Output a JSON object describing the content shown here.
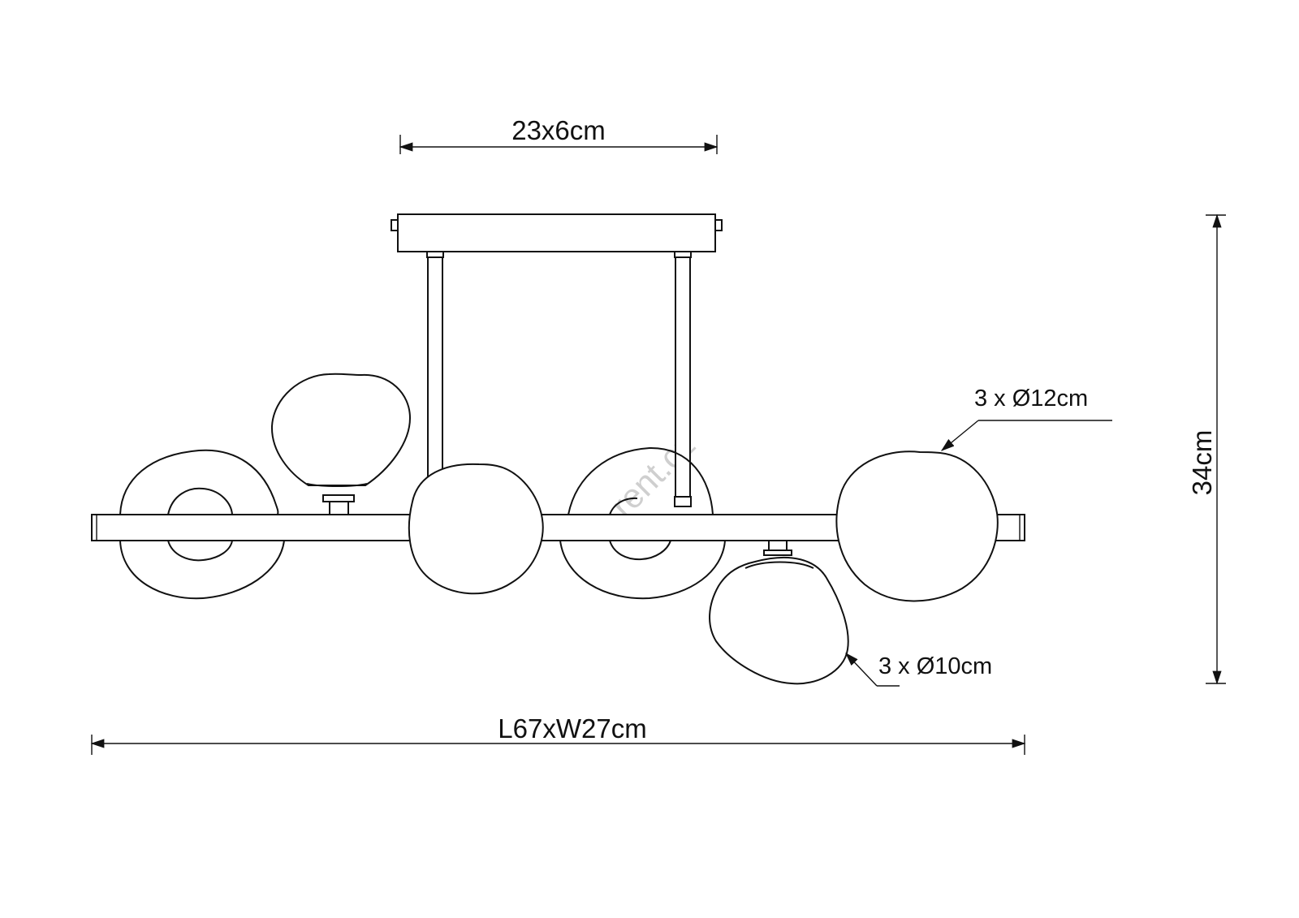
{
  "dimensions": {
    "canopy": "23x6cm",
    "overall": "L67xW27cm",
    "height": "34cm"
  },
  "callouts": {
    "large_shades": "3 x Ø12cm",
    "small_shades": "3 x Ø10cm"
  },
  "watermark": "rent.cz",
  "colors": {
    "line": "#111111",
    "background": "#ffffff",
    "watermark": "#cfcfcf"
  }
}
